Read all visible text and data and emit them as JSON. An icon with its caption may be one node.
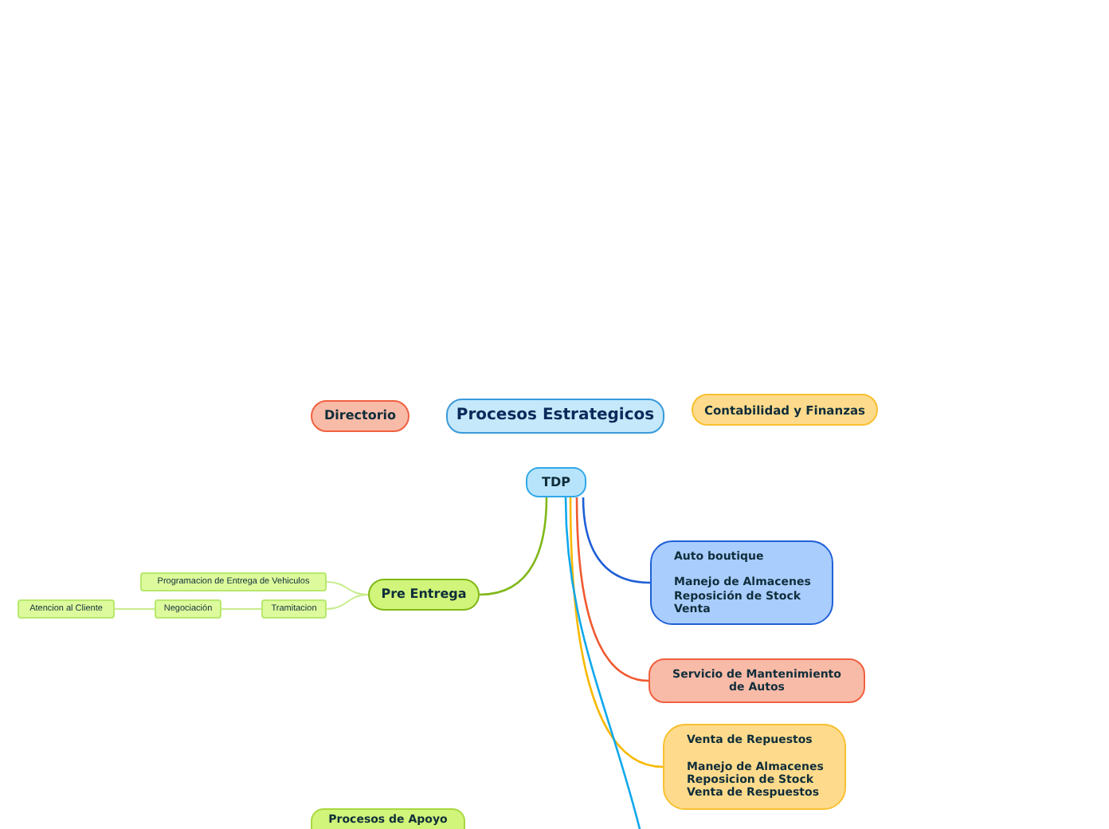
{
  "diagram": {
    "nodes": [
      {
        "text": [
          "Directorio"
        ]
      },
      {
        "text": [
          "Procesos Estrategicos"
        ]
      },
      {
        "text": [
          "Contabilidad y Finanzas"
        ]
      },
      {
        "text": [
          "TDP"
        ]
      },
      {
        "text": [
          "Pre Entrega"
        ]
      },
      {
        "text": [
          "Programacion de Entrega de Vehiculos"
        ]
      },
      {
        "text": [
          "Tramitacion"
        ]
      },
      {
        "text": [
          "Negociación"
        ]
      },
      {
        "text": [
          "Atencion al Cliente"
        ]
      },
      {
        "text": [
          "Auto boutique",
          "Manejo de Almacenes",
          "Reposición de Stock",
          "Venta"
        ]
      },
      {
        "text": [
          "Servicio de Mantenimiento de Autos"
        ]
      },
      {
        "text": [
          "Venta de Repuestos",
          "Manejo de Almacenes",
          "Reposicion de Stock",
          "Venta de Respuestos"
        ]
      },
      {
        "text": [
          "Procesos de Apoyo"
        ]
      }
    ],
    "edges": [
      {
        "from": 3,
        "to": 4,
        "arrow": "none",
        "color": "#80b818"
      },
      {
        "from": 4,
        "to": 5,
        "arrow": "none",
        "color": "#c8ec8c"
      },
      {
        "from": 4,
        "to": 6,
        "arrow": "none",
        "color": "#c8ec8c"
      },
      {
        "from": 6,
        "to": 7,
        "arrow": "none",
        "color": "#c8ec8c"
      },
      {
        "from": 7,
        "to": 8,
        "arrow": "none",
        "color": "#c8ec8c"
      },
      {
        "from": 3,
        "to": 9,
        "arrow": "none",
        "color": "#1f5fd6"
      },
      {
        "from": 3,
        "to": 10,
        "arrow": "none",
        "color": "#f05a30"
      },
      {
        "from": 3,
        "to": 11,
        "arrow": "none",
        "color": "#f8b800"
      },
      {
        "from": 3,
        "to": null,
        "arrow": "none",
        "color": "#10a8ec"
      }
    ]
  }
}
